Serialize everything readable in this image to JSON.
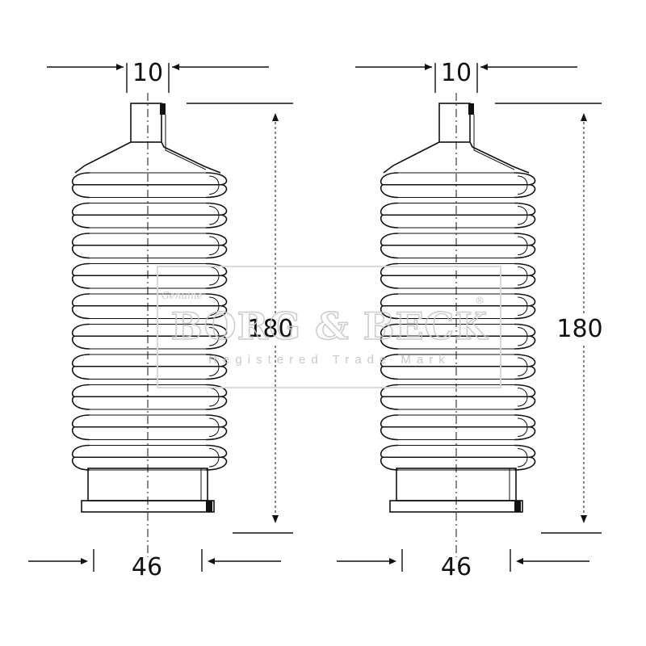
{
  "diagram": {
    "parts": [
      {
        "name": "left",
        "neck_dimension": "10",
        "length_dimension": "180",
        "diameter_dimension": "46"
      },
      {
        "name": "right",
        "neck_dimension": "10",
        "length_dimension": "180",
        "diameter_dimension": "46"
      }
    ],
    "convolution_count": 10
  },
  "watermark": {
    "brand": "BORG & BECK",
    "registered": "®",
    "tagline": "Registered Trade Mark",
    "script": "Genuine"
  },
  "colors": {
    "line": "#111111",
    "watermark": "#c8c8c8",
    "background": "#ffffff"
  }
}
